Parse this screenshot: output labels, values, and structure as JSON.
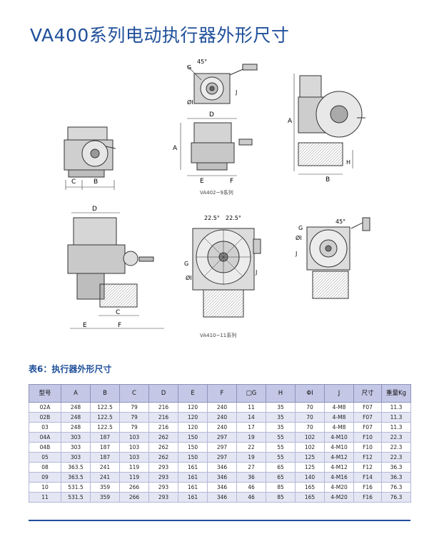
{
  "page": {
    "title": "VA400系列电动执行器外形尺寸",
    "caption_top": "VA402~9系列",
    "caption_bottom": "VA410~11系列",
    "table_title": "表6：执行器外形尺寸",
    "accent_color": "#1f4f9a",
    "header_color": "#c4c8e6",
    "stripe_color": "#e4e6f4"
  },
  "drawing_labels": {
    "g": "G",
    "deg45": "45°",
    "deg225": "22.5°",
    "phi_i": "ØI",
    "j": "J",
    "d": "D",
    "a": "A",
    "e": "E",
    "f": "F",
    "c": "C",
    "b": "B",
    "h": "H"
  },
  "table": {
    "headers": [
      "型号",
      "A",
      "B",
      "C",
      "D",
      "E",
      "F",
      "□G",
      "H",
      "ΦI",
      "J",
      "尺寸",
      "重量Kg"
    ],
    "rows": [
      [
        "02A",
        "248",
        "122.5",
        "79",
        "216",
        "120",
        "240",
        "11",
        "35",
        "70",
        "4-M8",
        "F07",
        "11.3"
      ],
      [
        "02B",
        "248",
        "122.5",
        "79",
        "216",
        "120",
        "240",
        "14",
        "35",
        "70",
        "4-M8",
        "F07",
        "11.3"
      ],
      [
        "03",
        "248",
        "122.5",
        "79",
        "216",
        "120",
        "240",
        "17",
        "35",
        "70",
        "4-M8",
        "F07",
        "11.3"
      ],
      [
        "04A",
        "303",
        "187",
        "103",
        "262",
        "150",
        "297",
        "19",
        "55",
        "102",
        "4-M10",
        "F10",
        "22.3"
      ],
      [
        "04B",
        "303",
        "187",
        "103",
        "262",
        "150",
        "297",
        "22",
        "55",
        "102",
        "4-M10",
        "F10",
        "22.3"
      ],
      [
        "05",
        "303",
        "187",
        "103",
        "262",
        "150",
        "297",
        "19",
        "55",
        "125",
        "4-M12",
        "F12",
        "22.3"
      ],
      [
        "08",
        "363.5",
        "241",
        "119",
        "293",
        "161",
        "346",
        "27",
        "65",
        "125",
        "4-M12",
        "F12",
        "36.3"
      ],
      [
        "09",
        "363.5",
        "241",
        "119",
        "293",
        "161",
        "346",
        "36",
        "65",
        "140",
        "4-M16",
        "F14",
        "36.3"
      ],
      [
        "10",
        "531.5",
        "359",
        "266",
        "293",
        "161",
        "346",
        "46",
        "85",
        "165",
        "4-M20",
        "F16",
        "76.3"
      ],
      [
        "11",
        "531.5",
        "359",
        "266",
        "293",
        "161",
        "346",
        "46",
        "85",
        "165",
        "4-M20",
        "F16",
        "76.3"
      ]
    ]
  }
}
